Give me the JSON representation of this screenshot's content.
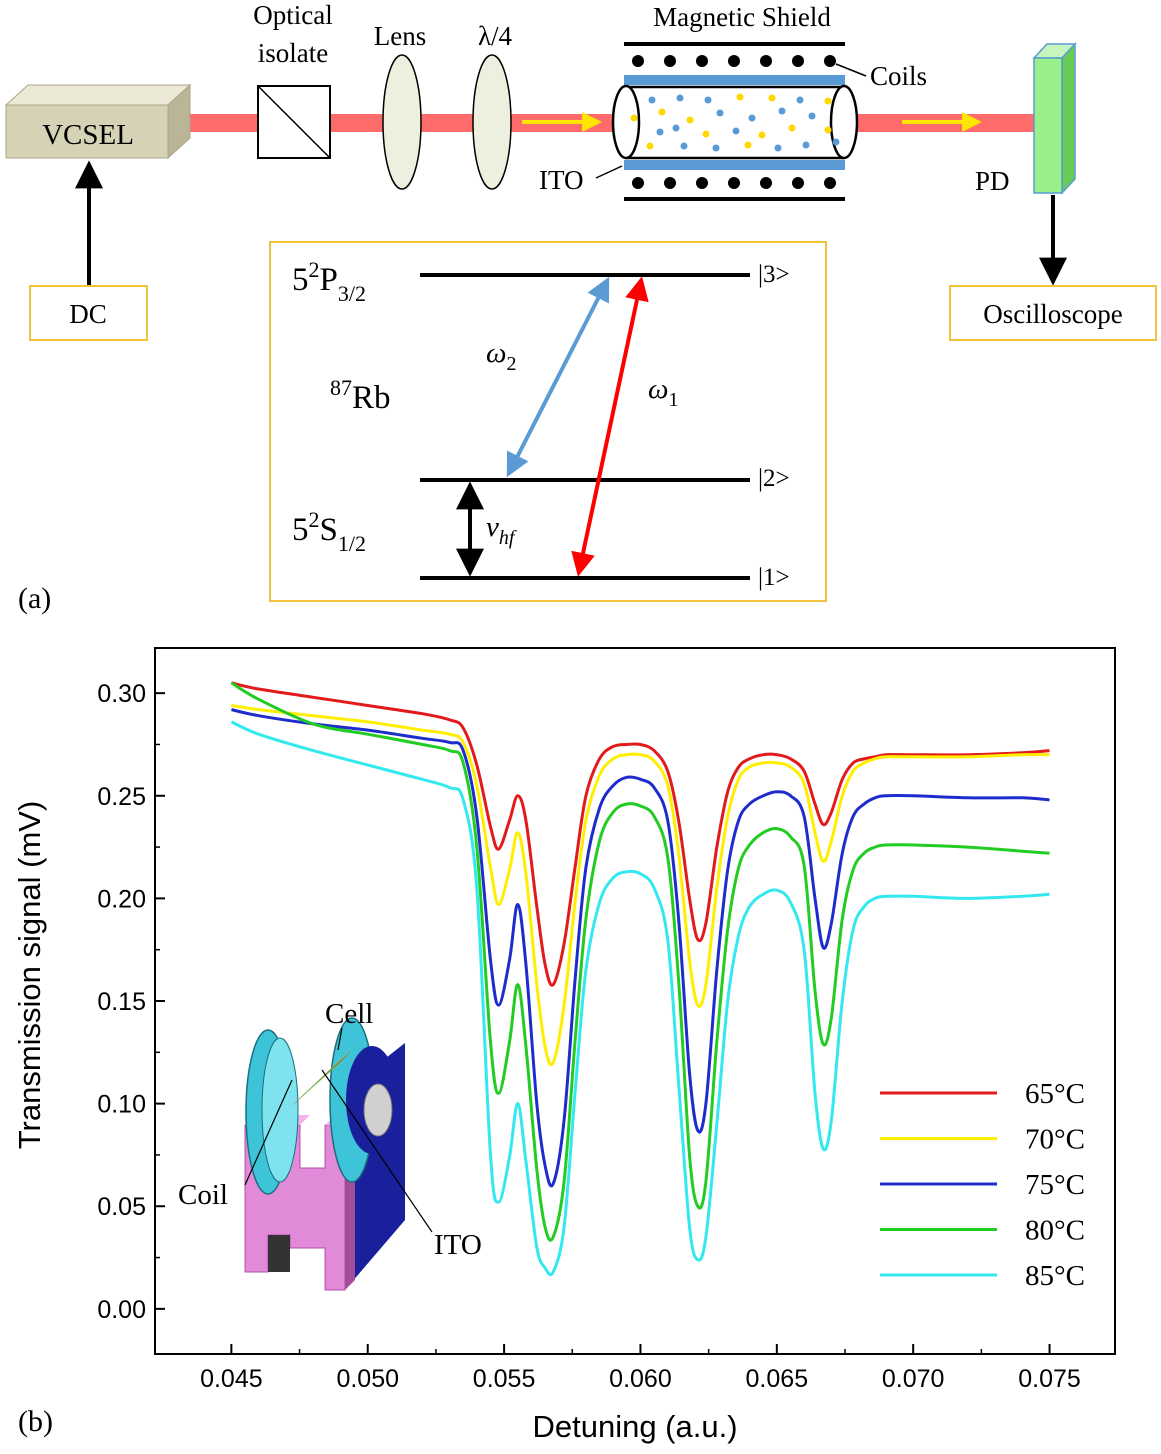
{
  "panel_a": {
    "label": "(a)",
    "vcsel": "VCSEL",
    "dc": "DC",
    "optical_isolate_line1": "Optical",
    "optical_isolate_line2": "isolate",
    "lens": "Lens",
    "quarter_wave": "λ/4",
    "magnetic_shield": "Magnetic Shield",
    "coils": "Coils",
    "ito": "ITO",
    "pd": "PD",
    "oscilloscope": "Oscilloscope",
    "level_diagram": {
      "p_level": {
        "base": "5",
        "sup": "2",
        "letter": "P",
        "sub": "3/2"
      },
      "s_level": {
        "base": "5",
        "sup": "2",
        "letter": "S",
        "sub": "1/2"
      },
      "species": {
        "sup": "87",
        "name": "Rb"
      },
      "omega2": {
        "sym": "ω",
        "sub": "2"
      },
      "omega1": {
        "sym": "ω",
        "sub": "1"
      },
      "nu_hf": {
        "sym": "ν",
        "sub": "hf"
      },
      "state3": "|3>",
      "state2": "|2>",
      "state1": "|1>"
    },
    "colors": {
      "beam": "#ff6b6b",
      "arrow_yellow": "#ffe600",
      "vcsel_box": "#d6d2b6",
      "pd_box": "#99f08a",
      "shield_bar": "#5b9bd5",
      "box_border": "#f0c23c",
      "omega2_arrow": "#5b9bd5",
      "omega1_arrow": "#ff0000",
      "lens_fill": "#eef0df"
    }
  },
  "panel_b": {
    "label": "(b)",
    "inset": {
      "cell": "Cell",
      "coil": "Coil",
      "ito": "ITO"
    }
  },
  "chart_data": {
    "type": "line",
    "title": "",
    "xlabel": "Detuning (a.u.)",
    "ylabel": "Transmission signal (mV)",
    "xlim": [
      0.0422,
      0.0774
    ],
    "ylim": [
      -0.022,
      0.322
    ],
    "xticks": [
      "0.045",
      "0.050",
      "0.055",
      "0.060",
      "0.065",
      "0.070",
      "0.075"
    ],
    "yticks": [
      "0.00",
      "0.05",
      "0.10",
      "0.15",
      "0.20",
      "0.25",
      "0.30"
    ],
    "legend_position": "bottom-right",
    "series": [
      {
        "name": "65°C",
        "color": "#e31a1c",
        "x": [
          0.045,
          0.046,
          0.048,
          0.05,
          0.052,
          0.053,
          0.0535,
          0.054,
          0.0545,
          0.0548,
          0.0552,
          0.0555,
          0.0558,
          0.0562,
          0.0565,
          0.0568,
          0.0572,
          0.0576,
          0.058,
          0.0585,
          0.059,
          0.0595,
          0.06,
          0.0605,
          0.061,
          0.0614,
          0.0618,
          0.0621,
          0.0624,
          0.0628,
          0.0632,
          0.0636,
          0.064,
          0.0645,
          0.065,
          0.0655,
          0.066,
          0.0664,
          0.0667,
          0.067,
          0.0674,
          0.0678,
          0.0682,
          0.0686,
          0.069,
          0.07,
          0.072,
          0.074,
          0.075
        ],
        "y": [
          0.305,
          0.302,
          0.298,
          0.294,
          0.29,
          0.287,
          0.283,
          0.265,
          0.235,
          0.224,
          0.238,
          0.25,
          0.238,
          0.196,
          0.168,
          0.158,
          0.178,
          0.215,
          0.25,
          0.268,
          0.274,
          0.275,
          0.275,
          0.272,
          0.262,
          0.238,
          0.2,
          0.18,
          0.188,
          0.225,
          0.252,
          0.264,
          0.268,
          0.27,
          0.27,
          0.268,
          0.262,
          0.246,
          0.236,
          0.242,
          0.258,
          0.266,
          0.268,
          0.269,
          0.27,
          0.27,
          0.27,
          0.271,
          0.272
        ]
      },
      {
        "name": "70°C",
        "color": "#ffee00",
        "x": [
          0.045,
          0.046,
          0.048,
          0.05,
          0.052,
          0.053,
          0.0535,
          0.054,
          0.0545,
          0.0548,
          0.0552,
          0.0555,
          0.0558,
          0.0562,
          0.0565,
          0.0568,
          0.0572,
          0.0576,
          0.058,
          0.0585,
          0.059,
          0.0595,
          0.06,
          0.0605,
          0.061,
          0.0614,
          0.0618,
          0.0621,
          0.0624,
          0.0628,
          0.0632,
          0.0636,
          0.064,
          0.0645,
          0.065,
          0.0655,
          0.066,
          0.0664,
          0.0667,
          0.067,
          0.0674,
          0.0678,
          0.0682,
          0.0686,
          0.069,
          0.07,
          0.072,
          0.074,
          0.075
        ],
        "y": [
          0.294,
          0.292,
          0.289,
          0.286,
          0.282,
          0.28,
          0.276,
          0.255,
          0.215,
          0.197,
          0.214,
          0.232,
          0.212,
          0.158,
          0.128,
          0.12,
          0.148,
          0.198,
          0.238,
          0.26,
          0.268,
          0.27,
          0.27,
          0.267,
          0.255,
          0.222,
          0.17,
          0.148,
          0.158,
          0.205,
          0.24,
          0.258,
          0.264,
          0.266,
          0.266,
          0.264,
          0.256,
          0.232,
          0.218,
          0.228,
          0.25,
          0.262,
          0.266,
          0.268,
          0.269,
          0.269,
          0.269,
          0.27,
          0.27
        ]
      },
      {
        "name": "75°C",
        "color": "#1f2ccc",
        "x": [
          0.045,
          0.046,
          0.048,
          0.05,
          0.052,
          0.053,
          0.0535,
          0.054,
          0.0545,
          0.0548,
          0.0552,
          0.0555,
          0.0558,
          0.0562,
          0.0565,
          0.0568,
          0.0572,
          0.0576,
          0.058,
          0.0585,
          0.059,
          0.0595,
          0.06,
          0.0605,
          0.061,
          0.0614,
          0.0618,
          0.0621,
          0.0624,
          0.0628,
          0.0632,
          0.0636,
          0.064,
          0.0645,
          0.065,
          0.0655,
          0.066,
          0.0664,
          0.0667,
          0.067,
          0.0674,
          0.0678,
          0.0682,
          0.0686,
          0.069,
          0.07,
          0.072,
          0.074,
          0.075
        ],
        "y": [
          0.292,
          0.289,
          0.285,
          0.282,
          0.278,
          0.276,
          0.272,
          0.24,
          0.17,
          0.148,
          0.17,
          0.197,
          0.168,
          0.1,
          0.07,
          0.061,
          0.092,
          0.16,
          0.215,
          0.244,
          0.255,
          0.259,
          0.258,
          0.254,
          0.238,
          0.19,
          0.115,
          0.087,
          0.1,
          0.165,
          0.214,
          0.238,
          0.246,
          0.25,
          0.252,
          0.25,
          0.24,
          0.2,
          0.176,
          0.188,
          0.222,
          0.24,
          0.246,
          0.249,
          0.25,
          0.25,
          0.249,
          0.249,
          0.248
        ]
      },
      {
        "name": "80°C",
        "color": "#22cc22",
        "x": [
          0.045,
          0.046,
          0.048,
          0.05,
          0.052,
          0.053,
          0.0535,
          0.054,
          0.0545,
          0.0548,
          0.0552,
          0.0555,
          0.0558,
          0.0562,
          0.0565,
          0.0568,
          0.0572,
          0.0576,
          0.058,
          0.0585,
          0.059,
          0.0595,
          0.06,
          0.0605,
          0.061,
          0.0614,
          0.0618,
          0.0621,
          0.0624,
          0.0628,
          0.0632,
          0.0636,
          0.064,
          0.0645,
          0.065,
          0.0655,
          0.066,
          0.0664,
          0.0667,
          0.067,
          0.0674,
          0.0678,
          0.0682,
          0.0686,
          0.069,
          0.07,
          0.072,
          0.074,
          0.075
        ],
        "y": [
          0.305,
          0.297,
          0.285,
          0.28,
          0.275,
          0.272,
          0.266,
          0.225,
          0.13,
          0.105,
          0.13,
          0.158,
          0.128,
          0.068,
          0.04,
          0.035,
          0.062,
          0.13,
          0.19,
          0.228,
          0.242,
          0.246,
          0.245,
          0.24,
          0.22,
          0.16,
          0.075,
          0.05,
          0.062,
          0.13,
          0.185,
          0.215,
          0.226,
          0.232,
          0.234,
          0.23,
          0.216,
          0.155,
          0.129,
          0.142,
          0.19,
          0.214,
          0.222,
          0.225,
          0.226,
          0.226,
          0.225,
          0.223,
          0.222
        ]
      },
      {
        "name": "85°C",
        "color": "#33e8ee",
        "x": [
          0.045,
          0.046,
          0.048,
          0.05,
          0.052,
          0.053,
          0.0535,
          0.054,
          0.0545,
          0.0548,
          0.0552,
          0.0555,
          0.0558,
          0.0562,
          0.0565,
          0.0568,
          0.0572,
          0.0576,
          0.058,
          0.0585,
          0.059,
          0.0595,
          0.06,
          0.0605,
          0.061,
          0.0614,
          0.0618,
          0.0621,
          0.0624,
          0.0628,
          0.0632,
          0.0636,
          0.064,
          0.0645,
          0.065,
          0.0655,
          0.066,
          0.0664,
          0.0667,
          0.067,
          0.0674,
          0.0678,
          0.0682,
          0.0686,
          0.069,
          0.07,
          0.072,
          0.074,
          0.075
        ],
        "y": [
          0.286,
          0.28,
          0.272,
          0.265,
          0.258,
          0.254,
          0.248,
          0.205,
          0.075,
          0.052,
          0.074,
          0.1,
          0.072,
          0.03,
          0.02,
          0.018,
          0.04,
          0.105,
          0.165,
          0.198,
          0.21,
          0.213,
          0.212,
          0.205,
          0.18,
          0.11,
          0.04,
          0.024,
          0.035,
          0.09,
          0.15,
          0.182,
          0.196,
          0.202,
          0.204,
          0.198,
          0.175,
          0.105,
          0.078,
          0.092,
          0.15,
          0.185,
          0.196,
          0.2,
          0.201,
          0.201,
          0.2,
          0.201,
          0.202
        ]
      }
    ]
  }
}
